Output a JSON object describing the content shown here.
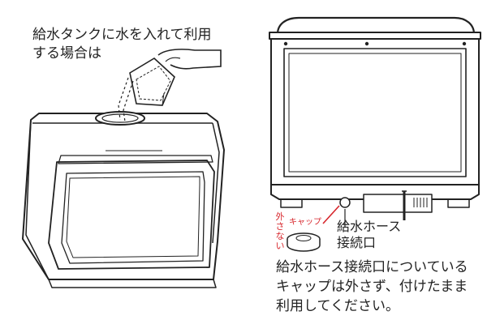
{
  "left_caption": {
    "line1": "給水タンクに水を入れて利用",
    "line2": "する場合は"
  },
  "right_labels": {
    "hose_connector_line1": "給水ホース",
    "hose_connector_line2": "接続口",
    "cap_label": "キャップ",
    "do_not_remove": [
      "外",
      "さ",
      "な",
      "い"
    ]
  },
  "right_caption": {
    "line1": "給水ホース接続口についている",
    "line2": "キャップは外さず、付けたまま",
    "line3": "利用してください。"
  },
  "colors": {
    "line": "#222222",
    "accent_red": "#d7262c"
  }
}
